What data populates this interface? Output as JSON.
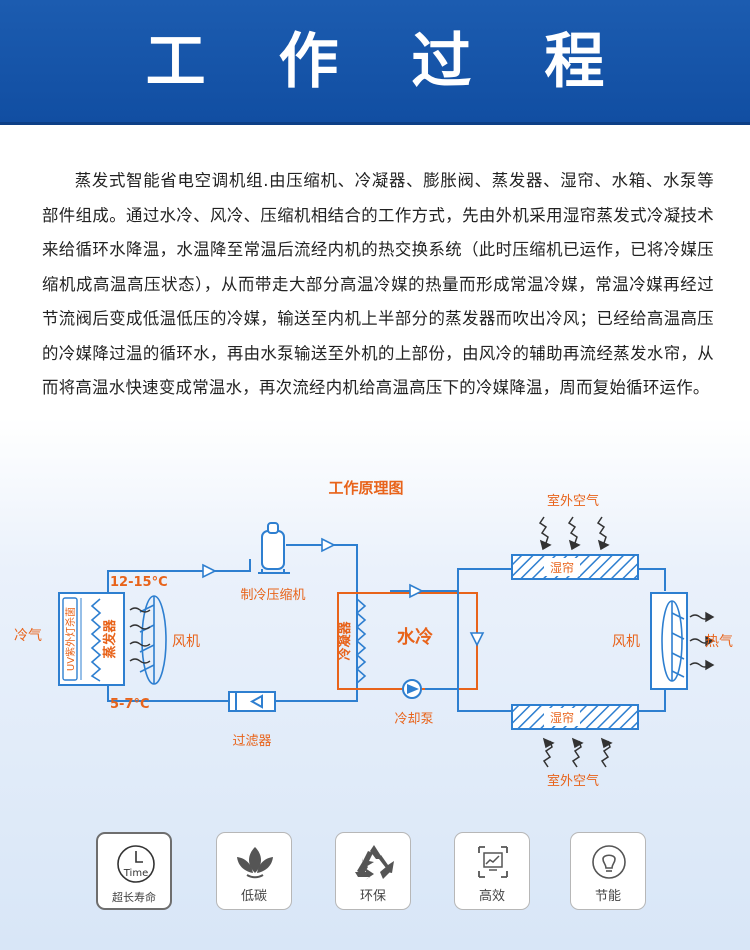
{
  "header": {
    "title": "工 作 过 程"
  },
  "intro": {
    "text": "蒸发式智能省电空调机组.由压缩机、冷凝器、膨胀阀、蒸发器、湿帘、水箱、水泵等部件组成。通过水冷、风冷、压缩机相结合的工作方式，先由外机采用湿帘蒸发式冷凝技术来给循环水降温，水温降至常温后流经内机的热交换系统（此时压缩机已运作，已将冷媒压缩机成高温高压状态），从而带走大部分高温冷媒的热量而形成常温冷媒，常温冷媒再经过节流阀后变成低温低压的冷媒，输送至内机上半部分的蒸发器而吹出冷风；已经给高温高压的冷媒降过温的循环水，再由水泵输送至外机的上部份，由风冷的辅助再流经蒸发水帘，从而将高温水快速变成常温水，再次流经内机给高温高压下的冷媒降温，周而复始循环运作。"
  },
  "diagram": {
    "title": "工作原理图",
    "cold_air": "冷气",
    "temp_high": "12-15°C",
    "temp_low": "5-7°C",
    "uv_lamp": "UV紫外灯杀菌",
    "evaporator": "蒸发器",
    "fan_left": "风机",
    "compressor": "制冷压缩机",
    "filter": "过滤器",
    "condenser": "冷凝器",
    "water_cooling": "水冷",
    "cooling_pump": "冷却泵",
    "outdoor_air_top": "室外空气",
    "outdoor_air_bottom": "室外空气",
    "wet_curtain_top": "湿帘",
    "wet_curtain_bottom": "湿帘",
    "fan_right": "风机",
    "hot_air": "热气",
    "colors": {
      "blue": "#2e7fd0",
      "orange": "#e8631a",
      "dark": "#333333"
    }
  },
  "features": [
    {
      "label": "超长寿命",
      "icon": "clock-time-icon",
      "icon_text": "Time"
    },
    {
      "label": "低碳",
      "icon": "leaf-icon"
    },
    {
      "label": "环保",
      "icon": "recycle-icon"
    },
    {
      "label": "高效",
      "icon": "chart-efficiency-icon"
    },
    {
      "label": "节能",
      "icon": "lightbulb-icon"
    }
  ]
}
